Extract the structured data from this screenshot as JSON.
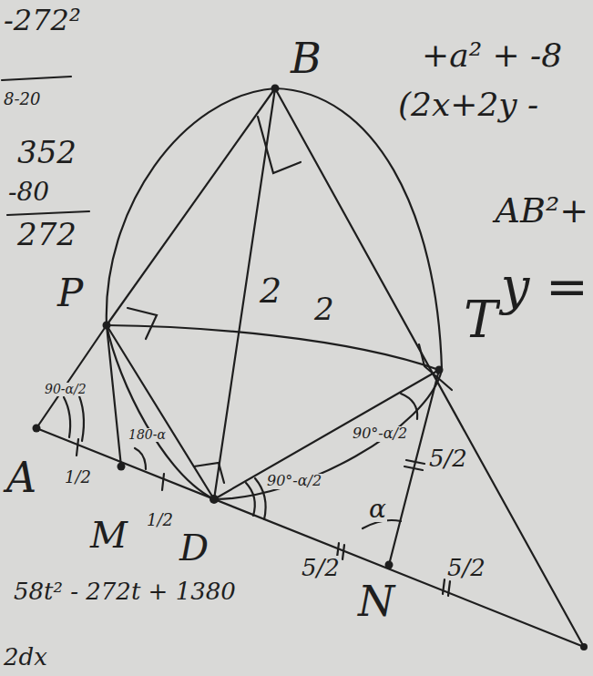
{
  "diagram": {
    "labels": [
      "-272²",
      "8-20",
      "352",
      "-80",
      "272",
      "P",
      "B",
      "+a² + -8",
      "(2x+2y -",
      "AB²+",
      "T",
      "y =",
      "2",
      "2",
      "A",
      "1/2",
      "M",
      "1/2",
      "D",
      "90-α/2",
      "180-α",
      "90°-α/2",
      "90°-α/2",
      "α",
      "5/2",
      "5/2",
      "N",
      "5/2",
      "58t² - 272t + 1380",
      "2dx"
    ]
  }
}
